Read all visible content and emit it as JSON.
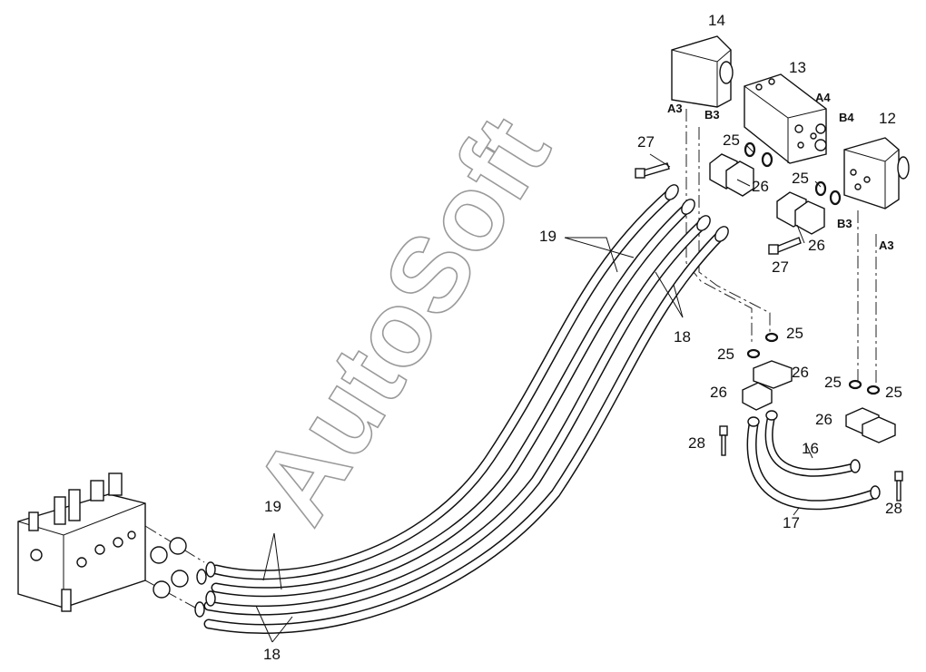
{
  "watermark": "AutoSoft",
  "callouts": {
    "c14": "14",
    "c13": "13",
    "c12": "12",
    "c27a": "27",
    "c27b": "27",
    "c25a": "25",
    "c25b": "25",
    "c25c": "25",
    "c25d": "25",
    "c25e": "25",
    "c25f": "25",
    "c26a": "26",
    "c26b": "26",
    "c26c": "26",
    "c26d": "26",
    "c26e": "26",
    "c19a": "19",
    "c19b": "19",
    "c18a": "18",
    "c18b": "18",
    "c28a": "28",
    "c28b": "28",
    "c16": "16",
    "c17": "17"
  },
  "ports": {
    "a3_left": "A3",
    "b3_left": "B3",
    "a4": "A4",
    "b4": "B4",
    "b3_right": "B3",
    "a3_right": "A3"
  },
  "icons": {
    "solenoid_valve": "solenoid-valve-icon",
    "valve_block": "valve-block-icon",
    "control_valve": "control-valve-icon",
    "flange": "flange-clamp-icon",
    "o_ring": "o-ring-icon",
    "bolt": "bolt-icon",
    "hose": "hose-icon"
  }
}
